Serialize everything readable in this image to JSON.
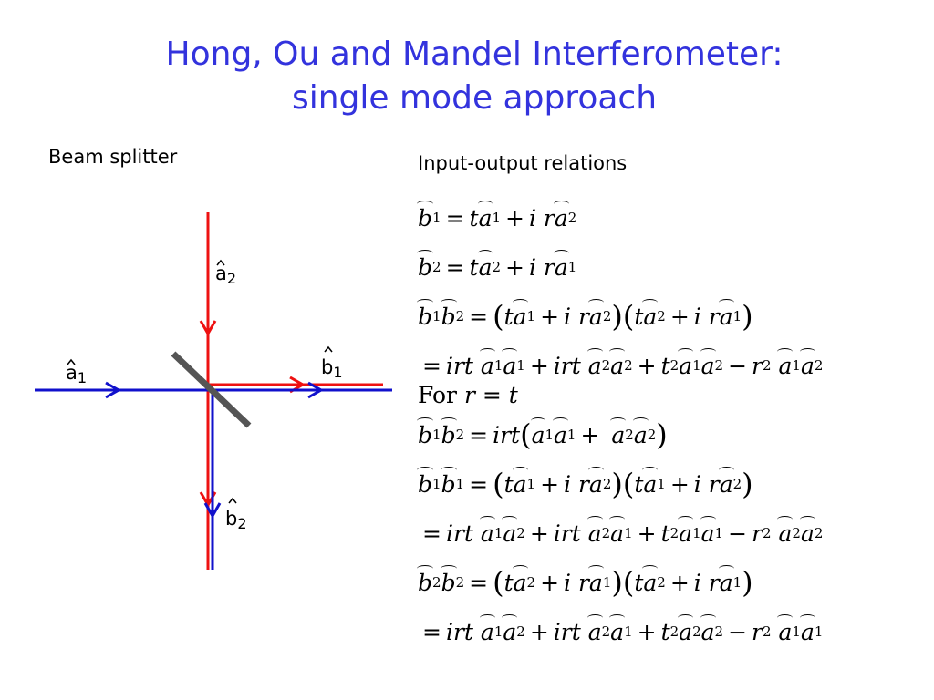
{
  "title_line1": "Hong, Ou and Mandel Interferometer:",
  "title_line2": "single mode approach",
  "left_label": "Beam splitter",
  "right_label": "Input-output relations",
  "port_labels": {
    "a1": {
      "letter": "a",
      "index": "1"
    },
    "a2": {
      "letter": "a",
      "index": "2"
    },
    "b1": {
      "letter": "b",
      "index": "1"
    },
    "b2": {
      "letter": "b",
      "index": "2"
    }
  },
  "colors": {
    "title": "#3333dd",
    "beam_red": "#ee1111",
    "beam_blue": "#1111cc",
    "splitter": "#555555"
  },
  "equations": {
    "for_label": "For",
    "condition": "r = t",
    "i_unit": "i",
    "irt": "irt"
  }
}
